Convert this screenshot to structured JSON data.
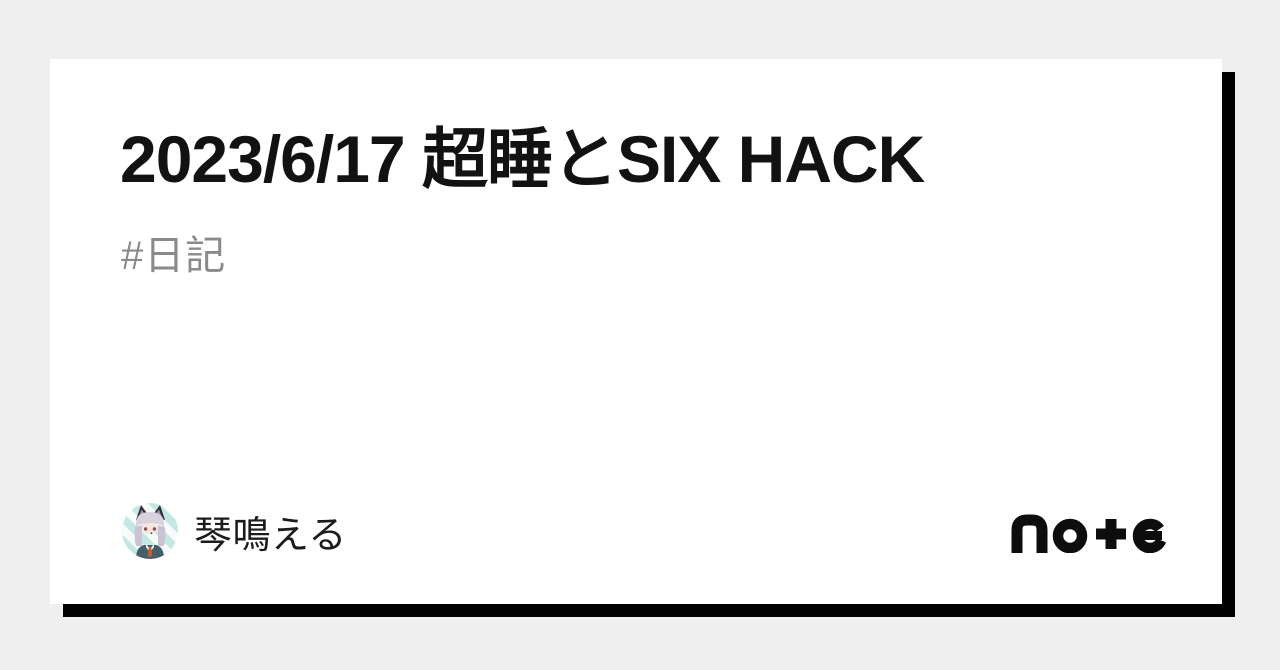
{
  "page": {
    "kind": "note-article-share-card",
    "background_color": "#efefef",
    "card_color": "#ffffff",
    "shadow_color": "#000000"
  },
  "article": {
    "title": "2023/6/17 超睡とSIX HACK",
    "title_color": "#121212",
    "hashtag": "#日記",
    "hashtag_color": "#8a8a8a"
  },
  "author": {
    "name": "琴鳴える",
    "avatar_icon": "fox-girl-avatar",
    "avatar_palette": {
      "stripe": "#c3e7e2",
      "background": "#f7fcfb",
      "hair": "#d7d2de",
      "ears": "#2f2f36",
      "skin": "#f6e7df",
      "jacket": "#41606c",
      "tie": "#cf5b28",
      "eyes": "#9c4a4a"
    }
  },
  "brand": {
    "logo_text": "no+e",
    "logo_name": "note",
    "logo_color": "#0d0d0d"
  }
}
